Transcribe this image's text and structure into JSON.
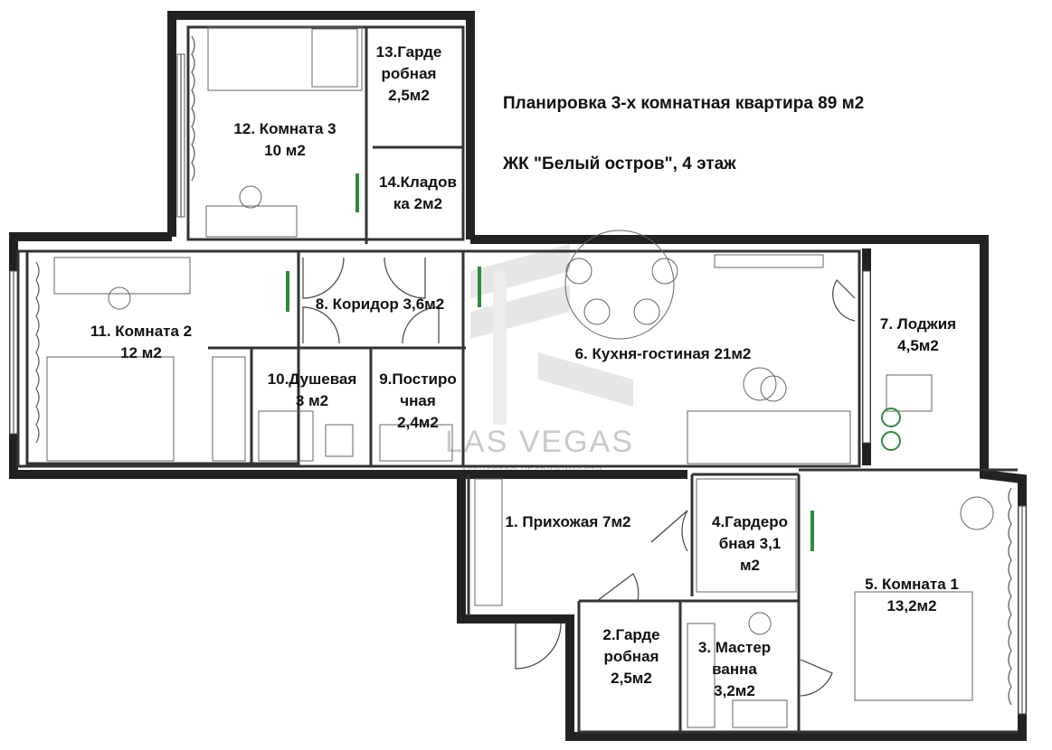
{
  "title": "Планировка 3-х комнатная квартира 89 м2",
  "subtitle": "ЖК \"Белый остров\", 4 этаж",
  "watermark": {
    "brand": "LAS VEGAS",
    "tagline": "АГЕНТСТВО НЕДВИЖИМОСТИ"
  },
  "rooms": [
    {
      "key": "r13",
      "lines": [
        "13.Гарде",
        "робная",
        "2,5м2"
      ]
    },
    {
      "key": "r12",
      "lines": [
        "12. Комната 3",
        "10 м2"
      ]
    },
    {
      "key": "r14",
      "lines": [
        "14.Кладов",
        "ка 2м2"
      ]
    },
    {
      "key": "r11",
      "lines": [
        "11. Комната 2",
        "12 м2"
      ]
    },
    {
      "key": "r8",
      "lines": [
        "8. Коридор 3,6м2"
      ]
    },
    {
      "key": "r10",
      "lines": [
        "10.Душевая",
        "3 м2"
      ]
    },
    {
      "key": "r9",
      "lines": [
        "9.Постиро",
        "чная",
        "2,4м2"
      ]
    },
    {
      "key": "r6",
      "lines": [
        "6. Кухня-гостиная 21м2"
      ]
    },
    {
      "key": "r7",
      "lines": [
        "7. Лоджия",
        "4,5м2"
      ]
    },
    {
      "key": "r1",
      "lines": [
        "1. Прихожая 7м2"
      ]
    },
    {
      "key": "r4",
      "lines": [
        "4.Гардеро",
        "бная 3,1",
        "м2"
      ]
    },
    {
      "key": "r5",
      "lines": [
        "5. Комната 1",
        "13,2м2"
      ]
    },
    {
      "key": "r2",
      "lines": [
        "2.Гарде",
        "робная",
        "2,5м2"
      ]
    },
    {
      "key": "r3",
      "lines": [
        "3. Мастер",
        "ванна",
        "3,2м2"
      ]
    }
  ],
  "colors": {
    "wall": "#222222",
    "accent_green": "#2e8b3a",
    "watermark": "#c9c9c9"
  }
}
